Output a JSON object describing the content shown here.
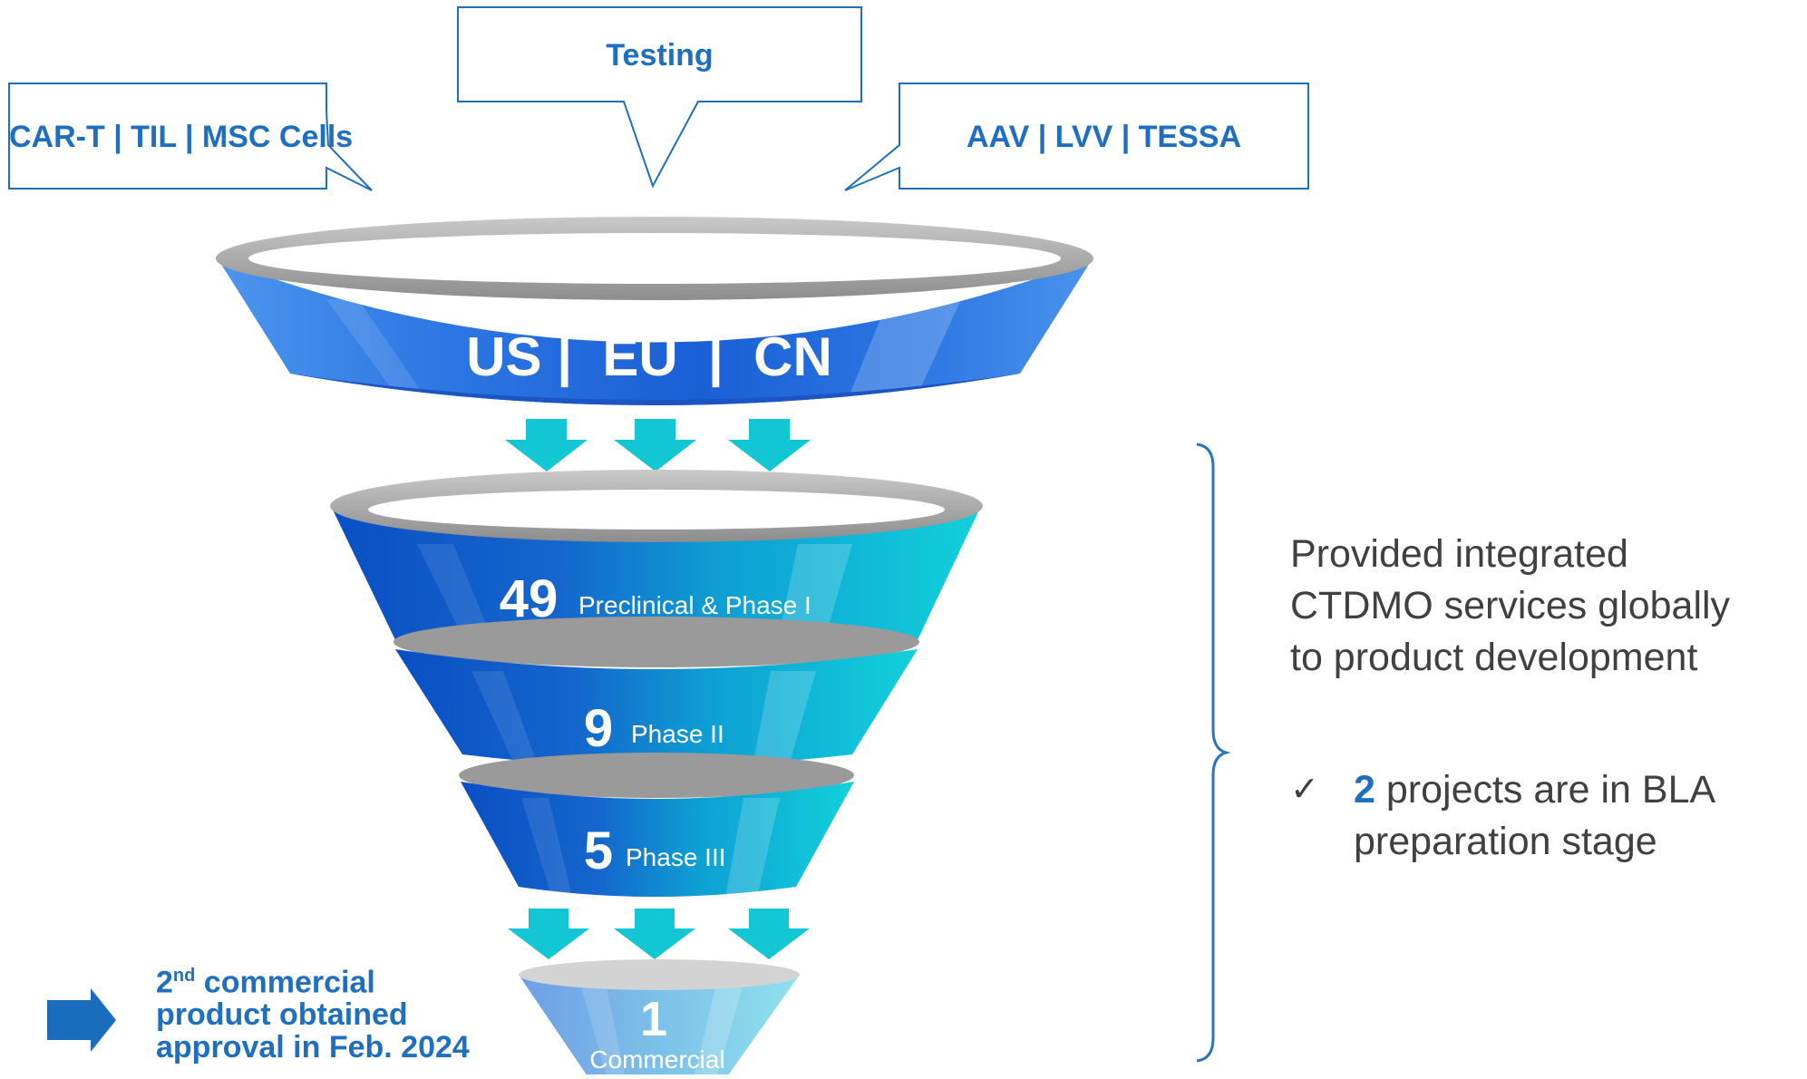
{
  "callouts": {
    "cells": "CAR-T | TIL | MSC Cells",
    "testing": "Testing",
    "vectors": "AAV | LVV | TESSA"
  },
  "funnel": {
    "top_label": "US |  EU  |  CN",
    "stages": [
      {
        "count": "49",
        "label": "Preclinical & Phase I"
      },
      {
        "count": "9",
        "label": "Phase II"
      },
      {
        "count": "5",
        "label": "Phase III"
      },
      {
        "count": "1",
        "label": "Commercial"
      }
    ]
  },
  "note": {
    "ordinal_number": "2",
    "ordinal_suffix": "nd",
    "line1_rest": " commercial",
    "line2": "product obtained",
    "line3": "approval in Feb. 2024"
  },
  "side_panel": {
    "summary_line1": "Provided integrated",
    "summary_line2": "CTDMO services globally",
    "summary_line3": "to product development",
    "check_mark": "✓",
    "bla_count": "2",
    "bla_line1_rest": " projects are in BLA",
    "bla_line2": "preparation stage"
  },
  "colors": {
    "callout_border": "#1f6fc0",
    "funnel_dark_blue": "#0a55c8",
    "funnel_cyan": "#17c9d8",
    "arrow_cyan": "#12c7d3",
    "rim_gray": "#a8a8a8",
    "brace_blue": "#2a73c2",
    "note_arrow_blue": "#1a6cbc",
    "text_dark": "#404040"
  }
}
